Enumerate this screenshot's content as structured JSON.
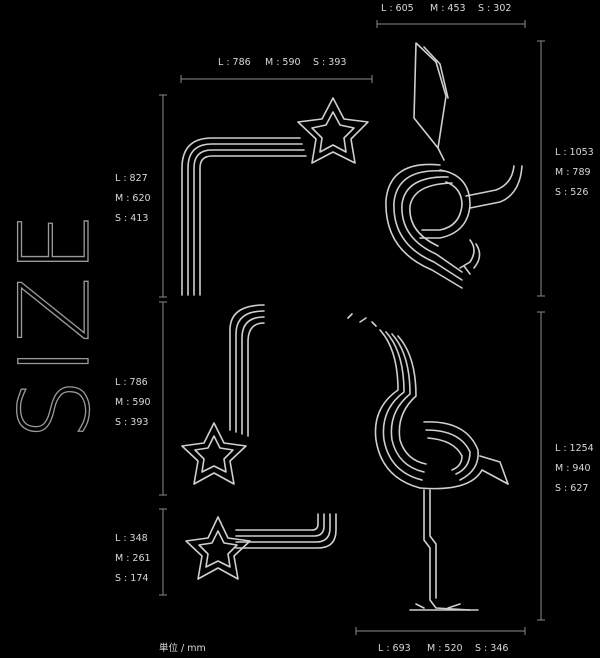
{
  "title": "SIZE",
  "unit_label": "単位 / mm",
  "items": [
    {
      "name": "top-flamingo-width",
      "L": "L : 605",
      "M": "M : 453",
      "S": "S : 302"
    },
    {
      "name": "corner-star-width",
      "L": "L : 786",
      "M": "M : 590",
      "S": "S : 393"
    },
    {
      "name": "corner-star-height",
      "L": "L : 827",
      "M": "M : 620",
      "S": "S : 413"
    },
    {
      "name": "top-flamingo-height",
      "L": "L : 1053",
      "M": "M : 789",
      "S": "S : 526"
    },
    {
      "name": "hook-star-height",
      "L": "L : 786",
      "M": "M : 590",
      "S": "S : 393"
    },
    {
      "name": "standing-flamingo-height",
      "L": "L : 1254",
      "M": "M : 940",
      "S": "S : 627"
    },
    {
      "name": "small-star-height",
      "L": "L : 348",
      "M": "M : 261",
      "S": "S : 174"
    },
    {
      "name": "standing-flamingo-width",
      "L": "L : 693",
      "M": "M : 520",
      "S": "S : 346"
    }
  ],
  "colors": {
    "background": "#000000",
    "line": "#cfcfcf",
    "dimension": "#8a8a8a",
    "text": "#d8d8d8"
  }
}
